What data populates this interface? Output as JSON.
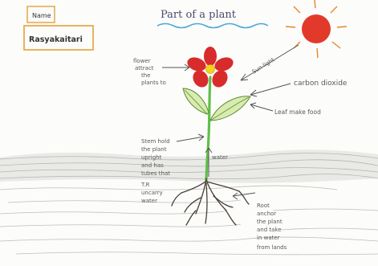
{
  "header": {
    "title": "Part of a plant",
    "name_label": "Name",
    "name_value": "Rasyakaitari"
  },
  "labels": {
    "flower": [
      "flower",
      "attract",
      "the",
      "plants to"
    ],
    "sunlight": "Sun light",
    "carbon_dioxide": "carbon dioxide",
    "leaf": "Leaf make food",
    "stem": [
      "Stem hold",
      "the plant",
      "upright",
      "and has",
      "tubes that",
      "T.R",
      "uncarry",
      "water"
    ],
    "water": "water",
    "root": [
      "Root",
      "anchor",
      "the plant",
      "and take",
      "in water",
      "from lands"
    ]
  },
  "colors": {
    "sun": "#e23a2a",
    "sun_rays": "#e8862a",
    "petal": "#d82c2c",
    "flower_center": "#f2d21a",
    "stem": "#5fbf4a",
    "leaf_fill": "#d8ebb0",
    "leaf_edge": "#5c8a2e",
    "soil": "#8a8a8a",
    "root": "#4a4036",
    "title_wave": "#4aa8d6",
    "name_box": "#e5a03a"
  }
}
